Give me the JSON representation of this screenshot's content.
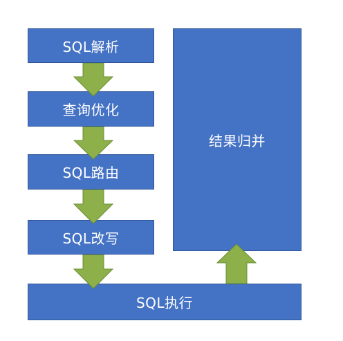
{
  "diagram": {
    "steps": [
      {
        "label": "SQL解析"
      },
      {
        "label": "查询优化"
      },
      {
        "label": "SQL路由"
      },
      {
        "label": "SQL改写"
      },
      {
        "label": "SQL执行"
      },
      {
        "label": "结果归并"
      }
    ],
    "colors": {
      "box_fill": "#4472c4",
      "box_border": "#2f5597",
      "arrow_fill": "#8db04a",
      "arrow_border": "#6b8e35",
      "text": "#ffffff"
    }
  }
}
